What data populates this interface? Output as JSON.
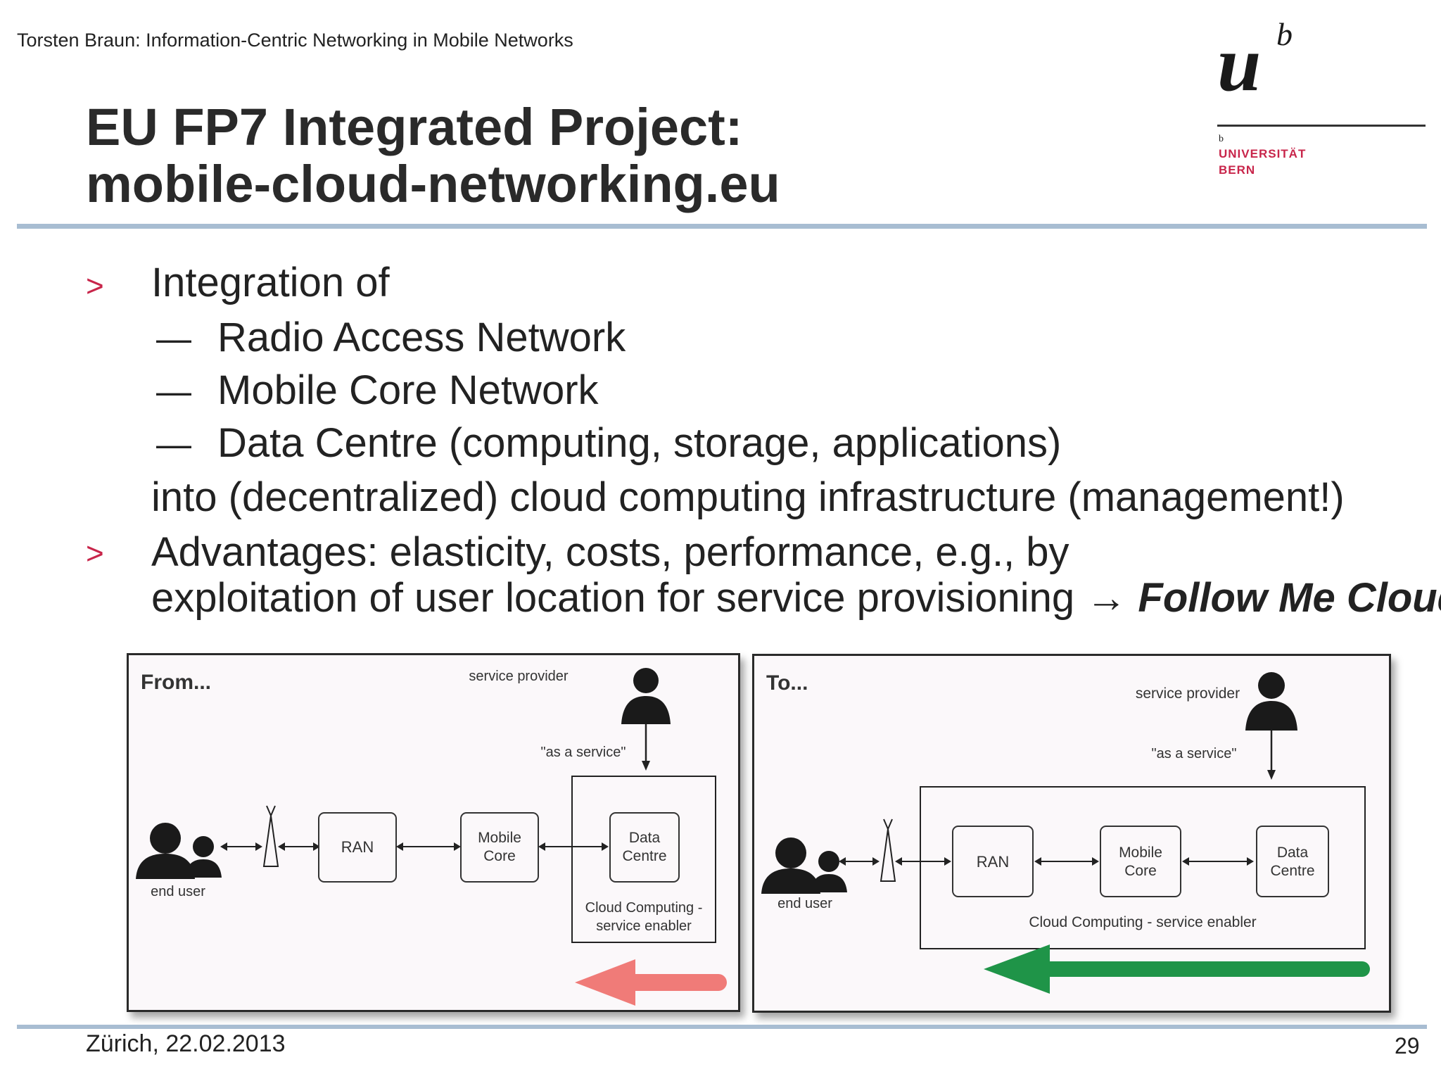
{
  "header": {
    "text": "Torsten Braun: Information-Centric Networking in Mobile Networks"
  },
  "title": {
    "line1": "EU FP7 Integrated Project:",
    "line2": "mobile-cloud-networking.eu"
  },
  "logo": {
    "letter": "u",
    "superscript": "b",
    "small": "b",
    "line1": "UNIVERSITÄT",
    "line2": "BERN",
    "accent": "#c8254a"
  },
  "bullets": {
    "item1": "Integration of",
    "sub1": "Radio Access Network",
    "sub2": "Mobile Core Network",
    "sub3": "Data Centre (computing, storage, applications)",
    "cont": "into (decentralized) cloud computing infrastructure (management!)",
    "item2_line1": "Advantages: elasticity, costs, performance, e.g., by",
    "item2_line2": "exploitation of user location for service provisioning →",
    "item2_emph": "Follow Me Cloud",
    "marker": ">",
    "dash": "—"
  },
  "diagram_from": {
    "heading": "From...",
    "service_provider": "service provider",
    "as_a_service": "\"as a service\"",
    "end_user": "end user",
    "ran": "RAN",
    "mobile_core_1": "Mobile",
    "mobile_core_2": "Core",
    "data_centre_1": "Data",
    "data_centre_2": "Centre",
    "cloud_1": "Cloud Computing -",
    "cloud_2": "service enabler",
    "arrow_color": "#f07b78"
  },
  "diagram_to": {
    "heading": "To...",
    "service_provider": "service provider",
    "as_a_service": "\"as a service\"",
    "end_user": "end user",
    "ran": "RAN",
    "mobile_core_1": "Mobile",
    "mobile_core_2": "Core",
    "data_centre_1": "Data",
    "data_centre_2": "Centre",
    "cloud": "Cloud Computing - service enabler",
    "arrow_color": "#1f9448"
  },
  "footer": {
    "date": "Zürich, 22.02.2013",
    "page": "29"
  }
}
